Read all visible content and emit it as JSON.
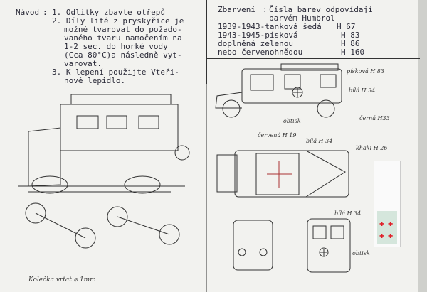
{
  "instructions": {
    "heading": "Návod",
    "items": [
      "1. Odlitky zbavte otřepů",
      "2. Díly lité z pryskyřice je",
      "možné tvarovat do požado-",
      "vaného tvaru namočením na",
      "1-2 sec. do horké vody",
      "(Cca 80°C)a následně vyt-",
      "varovat.",
      "3. K lepení použijte Vteři-",
      "nové lepidlo."
    ]
  },
  "painting": {
    "heading": "Zbarvení",
    "intro": [
      "Čísla barev odpovídají",
      "barvém Humbrol"
    ],
    "rows": [
      {
        "label": "1939-1943-tanková šedá",
        "code": "H 67"
      },
      {
        "label": "1943-1945-písková",
        "code": "H 83"
      },
      {
        "label": "doplněná zelenou",
        "code": "H 86"
      },
      {
        "label": "nebo červenohnědou",
        "code": "H 160"
      }
    ]
  },
  "annotations": {
    "pisk": "písková H 83",
    "bila1": "bílá H 34",
    "cerna": "černá H33",
    "obtisk1": "obtisk",
    "cervena": "červená H 19",
    "bila2": "bílá H 34",
    "khaki": "khaki H 26",
    "bila3": "bílá H 34",
    "obtisk2": "obtisk",
    "wheels": "Kolečka vrtat ⌀ 1mm"
  },
  "colors": {
    "paper": "#f2f2ef",
    "decal": "#d5e6dc",
    "cross": "#e0202a"
  }
}
